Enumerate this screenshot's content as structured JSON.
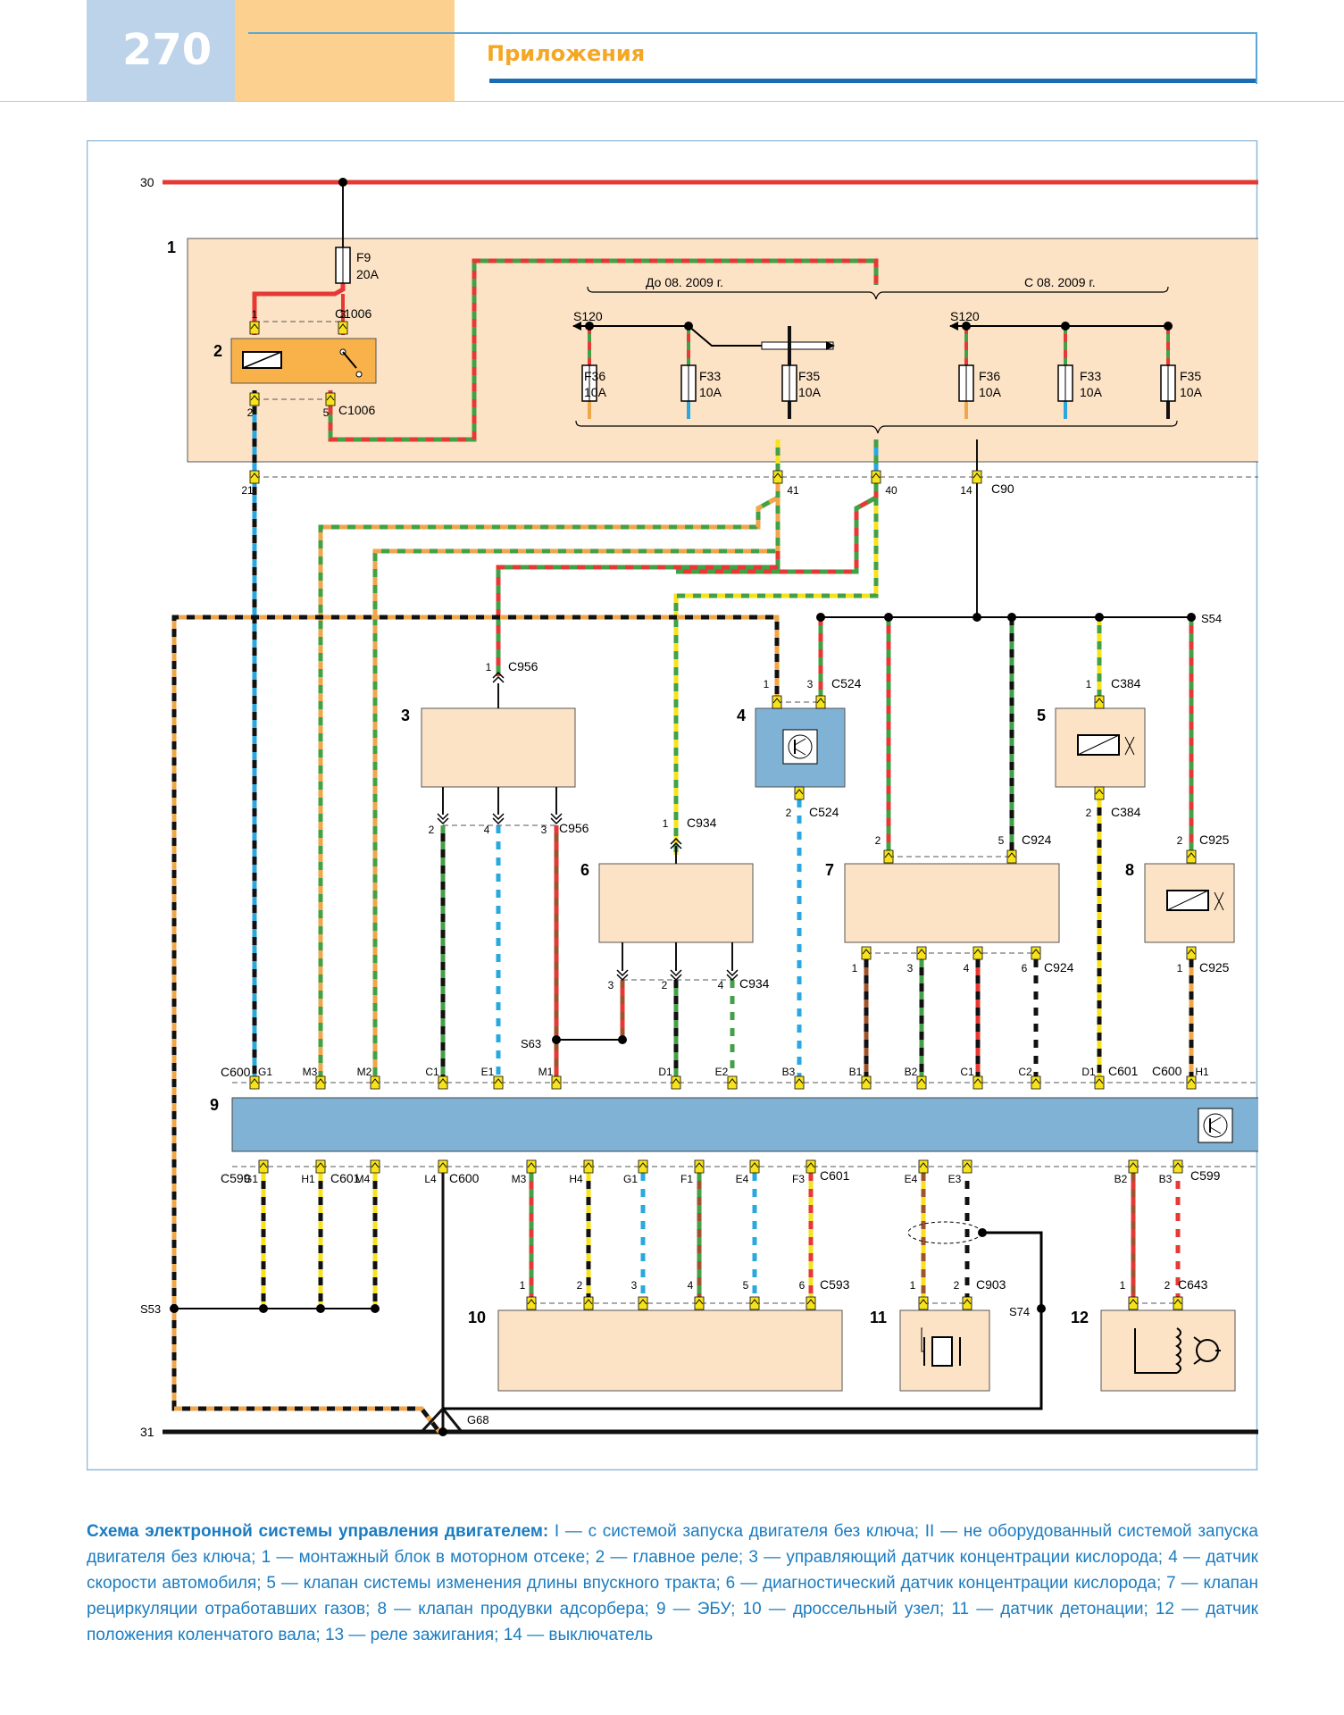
{
  "header": {
    "page_number": "270",
    "section": "Приложения"
  },
  "diagram": {
    "rails": {
      "plus": "30",
      "ground": "31",
      "ground_point": "G68"
    },
    "component_numbers": [
      "1",
      "2",
      "3",
      "4",
      "5",
      "6",
      "7",
      "8",
      "9",
      "10",
      "11",
      "12"
    ],
    "fuses": {
      "f9": {
        "name": "F9",
        "rating": "20A"
      },
      "left": [
        {
          "name": "F36",
          "rating": "10A"
        },
        {
          "name": "F33",
          "rating": "10A"
        },
        {
          "name": "F35",
          "rating": "10A"
        }
      ],
      "right": [
        {
          "name": "F36",
          "rating": "10A"
        },
        {
          "name": "F33",
          "rating": "10A"
        },
        {
          "name": "F35",
          "rating": "10A"
        }
      ]
    },
    "notes": {
      "before": "До 08. 2009 г.",
      "after": "С 08. 2009 г."
    },
    "splices": {
      "s120": "S120",
      "s54": "S54",
      "s63": "S63",
      "s53": "S53",
      "s74": "S74"
    },
    "connectors": {
      "c1006": "C1006",
      "c90": "C90",
      "c956": "C956",
      "c524": "C524",
      "c384": "C384",
      "c934": "C934",
      "c924": "C924",
      "c925": "C925",
      "c600": "C600",
      "c601": "C601",
      "c599": "C599",
      "c593": "C593",
      "c903": "C903",
      "c643": "C643"
    },
    "pins": {
      "relay_top": [
        "1",
        "3"
      ],
      "relay_bot": [
        "2",
        "5"
      ],
      "c90": [
        "21",
        "41",
        "40",
        "14"
      ],
      "ecu_top": [
        "G1",
        "M3",
        "M2",
        "C1",
        "E1",
        "M1",
        "D1",
        "E2",
        "B3",
        "B1",
        "B2",
        "C1",
        "C2",
        "D1",
        "H1"
      ],
      "ecu_bot": [
        "G1",
        "H1",
        "M4",
        "L4",
        "M3",
        "H4",
        "G1",
        "F1",
        "E4",
        "F3",
        "E4",
        "E3",
        "B2",
        "B3"
      ],
      "c956_top": "1",
      "c956_bot": [
        "2",
        "4",
        "3"
      ],
      "c934_top": "1",
      "c934_bot": [
        "3",
        "2",
        "4"
      ],
      "c524": [
        "1",
        "3",
        "2"
      ],
      "c384": [
        "1",
        "2"
      ],
      "c924_top": [
        "2",
        "5"
      ],
      "c924_bot": [
        "1",
        "3",
        "4",
        "6"
      ],
      "c925": [
        "2",
        "1"
      ],
      "c593": [
        "1",
        "2",
        "3",
        "4",
        "5",
        "6"
      ],
      "c903": [
        "1",
        "2"
      ],
      "c643": [
        "1",
        "2"
      ]
    }
  },
  "caption": {
    "title": "Схема электронной системы управления двигателем:",
    "body": " I — с системой запуска двигателя без ключа; II —  не оборудованный системой запуска двигателя без ключа; 1 — монтажный блок в моторном отсеке; 2 — главное реле; 3 — управляющий датчик концентрации кислорода; 4 — датчик скорости автомобиля; 5 — клапан системы изменения длины впускного тракта; 6 — диагностический датчик концентрации кислорода; 7 — клапан рециркуляции отработавших газов; 8 — клапан продувки адсорбера; 9 — ЭБУ; 10 — дроссельный узел; 11 — датчик детонации; 12 — датчик положения коленчатого вала; 13 — реле зажигания; 14 — выключатель"
  }
}
